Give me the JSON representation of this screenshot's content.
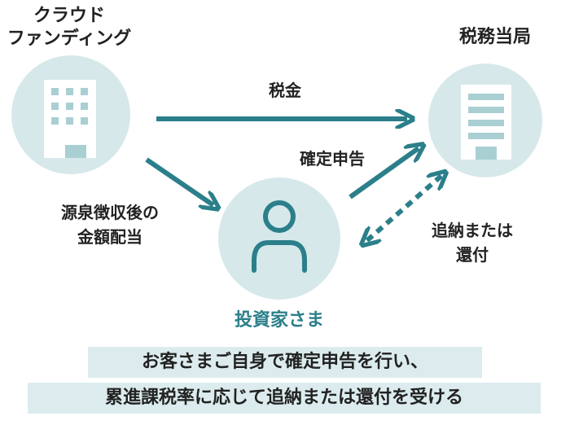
{
  "nodes": {
    "crowdfunding": {
      "line1": "クラウド",
      "line2": "ファンディング"
    },
    "tax_office": {
      "label": "税務当局"
    },
    "investor": {
      "label": "投資家さま"
    }
  },
  "edges": {
    "tax": {
      "label": "税金"
    },
    "return": {
      "label": "確定申告"
    },
    "dividend": {
      "line1": "源泉徴収後の",
      "line2": "金額配当"
    },
    "refund": {
      "line1": "追納または",
      "line2": "還付"
    }
  },
  "footer": {
    "line1": "お客さまご自身で確定申告を行い、",
    "line2": "累進課税率に応じて追納または還付を受ける"
  },
  "colors": {
    "accent": "#2b7f8a",
    "circle": "#d6e8ea",
    "highlight": "#dcecee"
  }
}
